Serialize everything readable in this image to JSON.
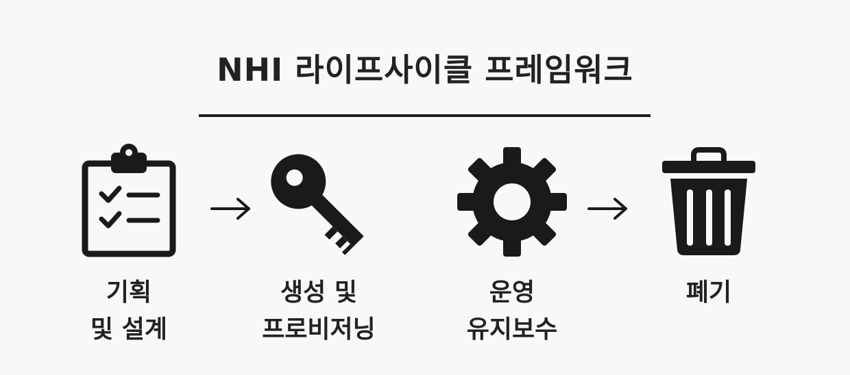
{
  "title": "NHI 라이프사이클 프레임워크",
  "stages": [
    {
      "icon": "clipboard-checklist-icon",
      "label_lines": [
        "기획",
        "및 설계"
      ]
    },
    {
      "icon": "key-icon",
      "label_lines": [
        "생성 및",
        "프로비저닝"
      ]
    },
    {
      "icon": "gear-icon",
      "label_lines": [
        "운영",
        "유지보수"
      ]
    },
    {
      "icon": "trash-can-icon",
      "label_lines": [
        "폐기"
      ]
    }
  ],
  "arrows": [
    "right-arrow-icon",
    "right-arrow-icon"
  ],
  "colors": {
    "background": "#f9f8f6",
    "ink": "#1a1a1a"
  }
}
